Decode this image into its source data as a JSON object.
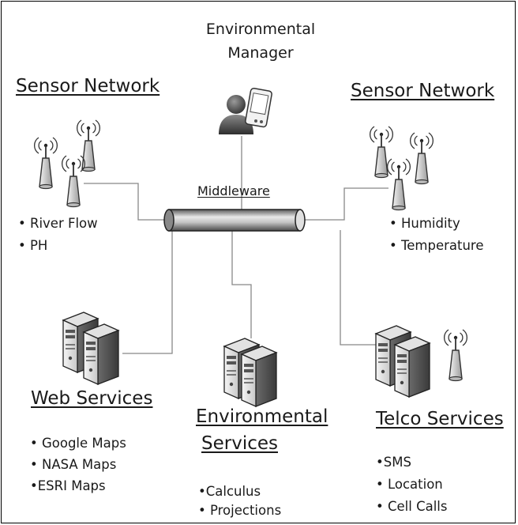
{
  "manager": {
    "line1": "Environmental",
    "line2": "Manager"
  },
  "sensor_network_left": {
    "title": "Sensor Network",
    "items": [
      "• River Flow",
      "• PH"
    ]
  },
  "sensor_network_right": {
    "title": "Sensor Network",
    "items": [
      "• Humidity",
      "• Temperature"
    ]
  },
  "middleware": {
    "label": "Middleware"
  },
  "web_services": {
    "title": "Web Services",
    "items": [
      "• Google Maps",
      "• NASA Maps",
      "•ESRI Maps"
    ]
  },
  "environmental_services": {
    "title_line1": "Environmental",
    "title_line2": "Services",
    "items": [
      "•Calculus",
      "• Projections"
    ]
  },
  "telco_services": {
    "title": "Telco Services",
    "items": [
      "•SMS",
      "• Location",
      "• Cell Calls"
    ]
  }
}
